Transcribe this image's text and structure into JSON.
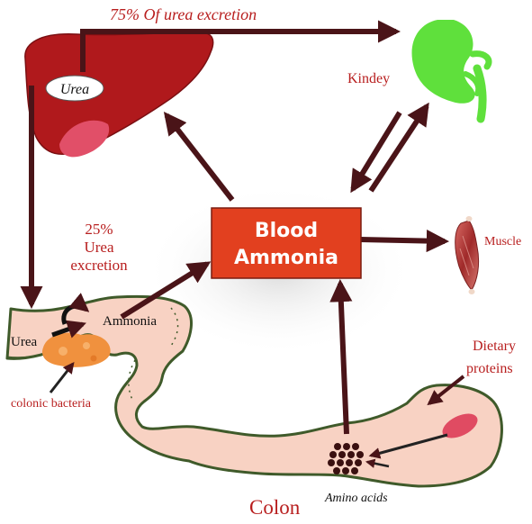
{
  "labels": {
    "urea_75": "75%  Of urea excretion",
    "liver_urea": "Urea",
    "kidney": "Kindey",
    "pct_25": "25%",
    "urea_word": "Urea",
    "excretion_word": "excretion",
    "blood": "Blood",
    "ammonia_box": "Ammonia",
    "muscle": "Muscle",
    "colon_urea": "Urea",
    "colon_ammonia": "Ammonia",
    "colonic_bacteria": "colonic bacteria",
    "dietary": "Dietary",
    "proteins": "proteins",
    "amino_acids": "Amino acids",
    "colon": "Colon"
  },
  "colors": {
    "arrow": "#4a1418",
    "liver": "#b0191c",
    "kidney": "#5fe03c",
    "box": "#e2401f",
    "colon_fill": "#f8d2c3",
    "colon_stroke": "#3f5a2a",
    "label_red": "#b81e1e"
  }
}
